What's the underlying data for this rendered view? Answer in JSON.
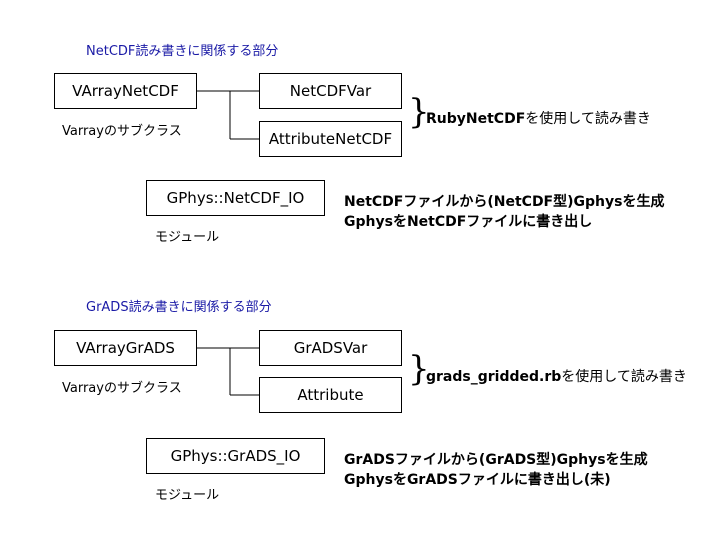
{
  "netcdf": {
    "section_title": "NetCDF読み書きに関係する部分",
    "varray_box": "VArrayNetCDF",
    "varray_sub": "Varrayのサブクラス",
    "var_box": "NetCDFVar",
    "attr_box": "AttributeNetCDF",
    "brace": "}",
    "brace_note_bold": "RubyNetCDF",
    "brace_note_rest": "を使用して読み書き",
    "io_box": "GPhys::NetCDF_IO",
    "io_sub": "モジュール",
    "io_desc_line1": "NetCDFファイルから(NetCDF型)Gphysを生成",
    "io_desc_line2": "GphysをNetCDFファイルに書き出し"
  },
  "grads": {
    "section_title": "GrADS読み書きに関係する部分",
    "varray_box": "VArrayGrADS",
    "varray_sub": "Varrayのサブクラス",
    "var_box": "GrADSVar",
    "attr_box": "Attribute",
    "brace": "}",
    "brace_note_bold": "grads_gridded.rb",
    "brace_note_rest": "を使用して読み書き",
    "io_box": "GPhys::GrADS_IO",
    "io_sub": "モジュール",
    "io_desc_line1": "GrADSファイルから(GrADS型)Gphysを生成",
    "io_desc_line2": "GphysをGrADSファイルに書き出し(未)"
  }
}
